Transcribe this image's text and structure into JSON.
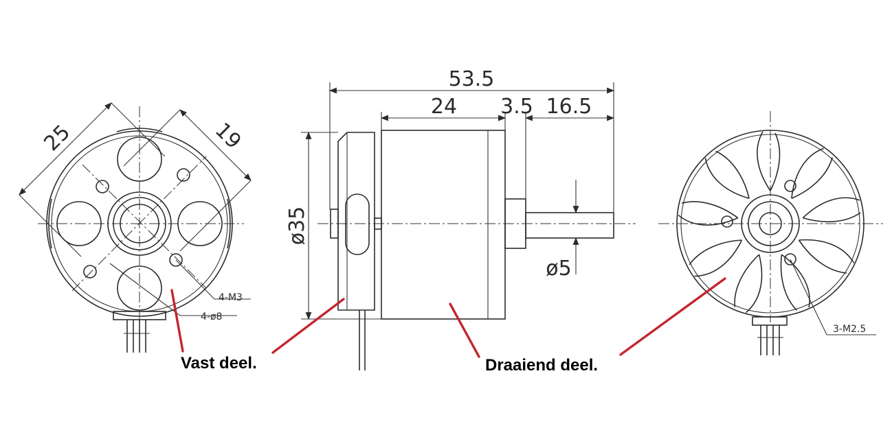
{
  "dimensions": {
    "overall_length": "53.5",
    "body_length": "24",
    "gap": "3.5",
    "shaft_length": "16.5",
    "diameter": "ø35",
    "shaft_diameter": "ø5",
    "hole_spacing_large": "25",
    "hole_spacing_small": "19"
  },
  "callouts": {
    "front_thread": "4-M3",
    "front_holes": "4-ø8",
    "rear_thread": "3-M2.5"
  },
  "labels": {
    "stator": "Vast deel.",
    "rotor": "Draaiend deel."
  },
  "colors": {
    "leader": "#c4262e",
    "drawing": "#2b2b2b"
  }
}
